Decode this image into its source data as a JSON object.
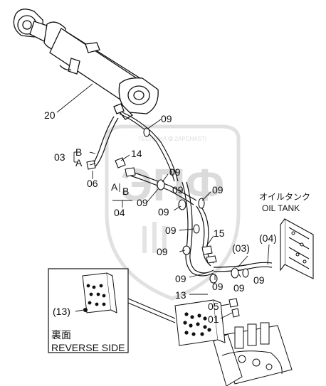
{
  "callouts": {
    "c20": "20",
    "c09_a": "09",
    "c09_b": "09",
    "c09_c": "09",
    "c09_d": "09",
    "c09_e": "09",
    "c09_f": "09",
    "c09_g": "09",
    "c09_h": "09",
    "c09_i": "09",
    "c09_j": "09",
    "c09_k": "09",
    "c09_l": "09",
    "c14": "14",
    "c03": "03",
    "c03_B": "B",
    "c03_A": "A",
    "c06": "06",
    "c04_A": "A",
    "c04_B": "B",
    "c04": "04",
    "c15": "15",
    "c03p": "(03)",
    "c04p": "(04)",
    "c13": "13",
    "c05": "05",
    "c01": "01",
    "c13p": "(13)"
  },
  "oil_tank": {
    "jp": "オイルタンク",
    "en": "OIL TANK"
  },
  "inset": {
    "jp": "裏面",
    "en": "REVERSE SIDE"
  },
  "watermark": {
    "brand": "ЭПФ",
    "sub": "TECHNIKA ✪ ZAPCHASTI"
  }
}
